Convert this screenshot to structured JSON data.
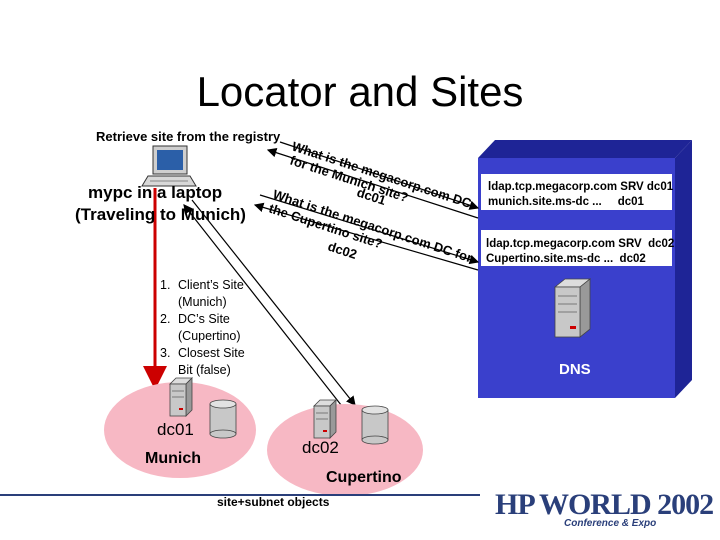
{
  "title": "Locator and Sites",
  "retrieve_label": "Retrieve site from the registry",
  "client": {
    "line1": "mypc in a laptop",
    "line2": "(Traveling to Munich)"
  },
  "query1": {
    "line1": "What is the megacorp.com DC",
    "line2": "for the Munich site?",
    "line3": "dc01"
  },
  "query2": {
    "line1": "What is the megacorp.com DC for",
    "line2": "the Cupertino site?",
    "line3": "dc02"
  },
  "steps": [
    {
      "num": "1.",
      "line1": "Client’s Site",
      "line2": "(Munich)"
    },
    {
      "num": "2.",
      "line1": "DC’s Site",
      "line2": "(Cupertino)"
    },
    {
      "num": "3.",
      "line1": "Closest Site",
      "line2": "Bit (false)"
    }
  ],
  "dns": {
    "srv1_line1": "ldap.tcp.megacorp.com SRV dc01",
    "srv1_line2": "munich.site.ms-dc ...     dc01",
    "srv2_line1": "ldap.tcp.megacorp.com SRV  dc02",
    "srv2_line2": "Cupertino.site.ms-dc ...  dc02",
    "label": "DNS"
  },
  "sites": {
    "dc01": "dc01",
    "munich": "Munich",
    "dc02": "dc02",
    "cupertino": "Cupertino"
  },
  "subnet_label": "site+subnet objects",
  "logo": {
    "line1": "HP WORLD 2002",
    "line2": "Conference & Expo"
  },
  "colors": {
    "dns_box": "#3a40cc",
    "dns_box_dark": "#1e2496",
    "site_ellipse": "#f7b8c4",
    "arrow_red": "#cc0000",
    "logo_blue": "#2a3f7a"
  }
}
